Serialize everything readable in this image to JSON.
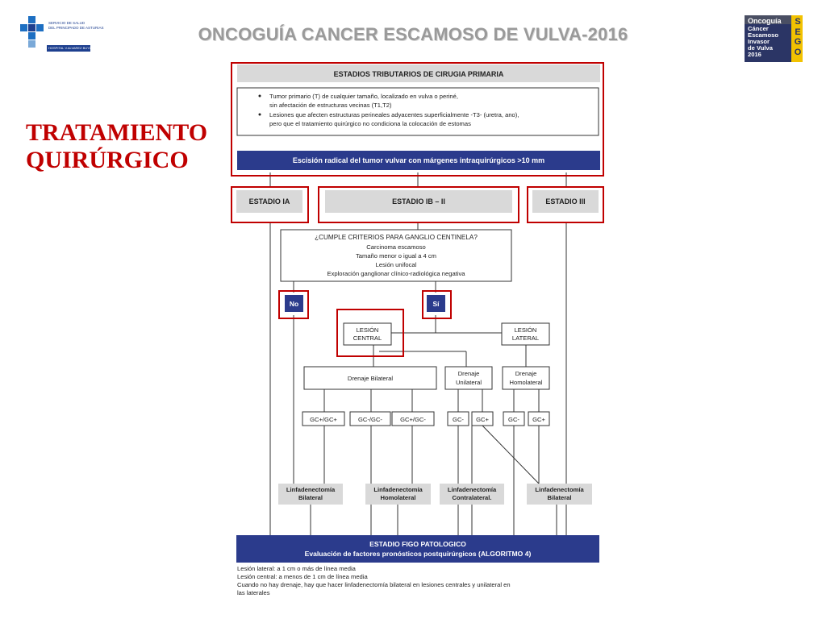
{
  "header": {
    "title": "ONCOGUÍA CANCER ESCAMOSO DE VULVA-2016",
    "side_title_line1": "TRATAMIENTO",
    "side_title_line2": "QUIRÚRGICO",
    "logo_left_line1": "SERVICIO DE SALUD",
    "logo_left_line2": "DEL PRINCIPADO DE ASTURIAS",
    "logo_left_bar": "HOSPITAL V.ALVAREZ BUYLLA",
    "logo_right_tag": "Oncoguía",
    "logo_right_lines": [
      "Cáncer",
      "Escamoso",
      "Invasor",
      "de Vulva",
      "2016"
    ],
    "logo_right_sego": [
      "S",
      "E",
      "G",
      "O"
    ]
  },
  "flow": {
    "top_header": "ESTADIOS TRIBUTARIOS DE CIRUGIA PRIMARIA",
    "criteria": [
      "Tumor primario (T) de cualquier tamaño, localizado en vulva o periné,",
      "sin afectación de estructuras vecinas (T1,T2)",
      "Lesiones que afecten estructuras perineales adyacentes superficialmente -T3- (uretra, ano),",
      "pero que el tratamiento quirúrgico no condiciona la colocación de estomas"
    ],
    "excision": "Escisión radical del tumor vulvar con márgenes intraquirúrgicos >10 mm",
    "stage_ia": "ESTADIO IA",
    "stage_ib_ii": "ESTADIO IB – II",
    "stage_iii": "ESTADIO III",
    "sentinel_question": "¿CUMPLE CRITERIOS PARA GANGLIO CENTINELA?",
    "sentinel_criteria": [
      "Carcinoma escamoso",
      "Tamaño menor o igual a 4 cm",
      "Lesión unifocal",
      "Exploración ganglionar clínico-radiológica negativa"
    ],
    "no": "No",
    "si": "Sí",
    "central_l1": "LESIÓN",
    "central_l2": "CENTRAL",
    "lateral_l1": "LESIÓN",
    "lateral_l2": "LATERAL",
    "drain_bilateral": "Drenaje Bilateral",
    "drain_uni_l1": "Drenaje",
    "drain_uni_l2": "Unilateral",
    "drain_homo_l1": "Drenaje",
    "drain_homo_l2": "Homolateral",
    "gc": [
      "GC+/GC+",
      "GC-/GC-",
      "GC+/GC-",
      "GC-",
      "GC+",
      "GC-",
      "GC+"
    ],
    "lymph_l1": "Linfadenectomía",
    "lymph_bilateral": "Bilateral",
    "lymph_homolateral": "Homolateral",
    "lymph_contralateral": "Contralateral.",
    "figo_l1": "ESTADIO FIGO PATOLOGICO",
    "figo_l2": "Evaluación de factores pronósticos postquirúrgicos (ALGORITMO 4)"
  },
  "notes": [
    "Lesión lateral: a 1 cm o más de línea media",
    "Lesión central: a menos de 1 cm de línea media",
    "Cuando no hay drenaje, hay que hacer linfadenectomía bilateral en lesiones centrales y unilateral en",
    "las laterales"
  ],
  "colors": {
    "red": "#c00000",
    "navy": "#2b3b8c",
    "gray_box": "#d9d9d9",
    "title_gray": "#9a9a9a"
  }
}
